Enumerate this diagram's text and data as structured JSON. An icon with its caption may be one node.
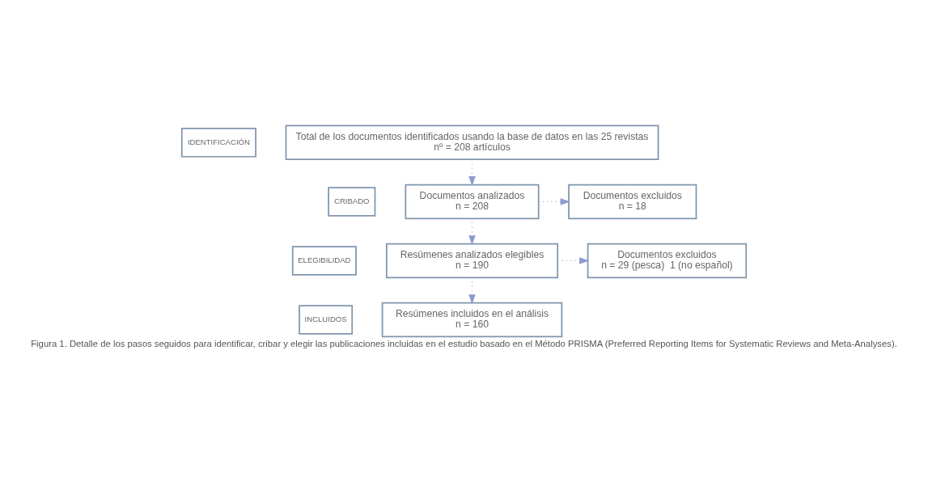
{
  "diagram": {
    "caption": "Figura 1. Detalle de los pasos seguidos para identificar, cribar y elegir las publicaciones incluidas en el estudio basado en el Método PRISMA (Preferred Reporting Items for Systematic Reviews and Meta-Analyses).",
    "nodes": [
      {
        "text": [
          "IDENTIFICACIÓN"
        ]
      },
      {
        "text": [
          "CRIBADO"
        ]
      },
      {
        "text": [
          "ELEGIBILIDAD"
        ]
      },
      {
        "text": [
          "INCLUIDOS"
        ]
      },
      {
        "text": [
          "Total de los documentos identificados usando la base de datos en las 25 revistas",
          "nº = 208 artículos"
        ]
      },
      {
        "text": [
          "Documentos analizados",
          "n = 208"
        ]
      },
      {
        "text": [
          "Documentos excluidos",
          "n = 18"
        ]
      },
      {
        "text": [
          "Resúmenes analizados elegibles",
          "n = 190"
        ]
      },
      {
        "text": [
          "Documentos excluidos",
          "n = 29 (pesca)  1 (no español)"
        ]
      },
      {
        "text": [
          "Resúmenes incluidos en el análisis",
          "n = 160"
        ]
      }
    ],
    "edges": [
      {
        "from": 4,
        "to": 5,
        "arrow": "to",
        "style": "dashed"
      },
      {
        "from": 5,
        "to": 6,
        "arrow": "to",
        "style": "dashed"
      },
      {
        "from": 5,
        "to": 7,
        "arrow": "to",
        "style": "dashed"
      },
      {
        "from": 7,
        "to": 8,
        "arrow": "to",
        "style": "dashed"
      },
      {
        "from": 7,
        "to": 9,
        "arrow": "to",
        "style": "dashed"
      }
    ]
  }
}
